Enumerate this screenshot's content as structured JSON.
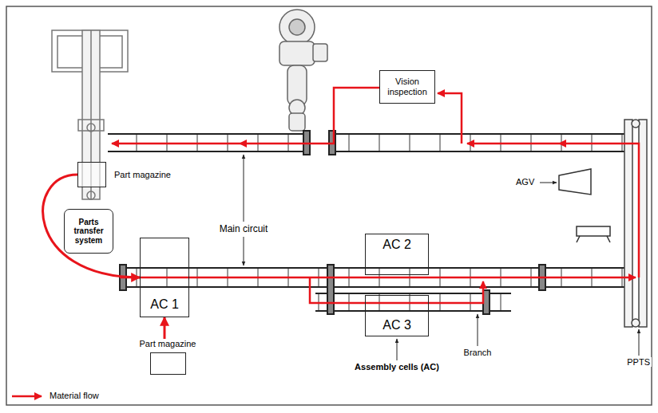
{
  "diagram": {
    "nodes": [
      {
        "text": [
          "Vision inspection"
        ]
      },
      {
        "text": [
          "Part magazine"
        ]
      },
      {
        "text": [
          "Parts transfer system"
        ]
      },
      {
        "text": [
          "AC 1"
        ]
      },
      {
        "text": [
          "AC 2"
        ]
      },
      {
        "text": [
          "AC 3"
        ]
      },
      {
        "text": [
          "Part magazine"
        ]
      }
    ],
    "edges": [
      {
        "from": 1,
        "to": 3,
        "arrow": "to"
      },
      {
        "from": 6,
        "to": 3,
        "arrow": "to"
      }
    ],
    "labels": [
      "Main circuit",
      "AGV",
      "Assembly cells (AC)",
      "Branch",
      "PPTS"
    ],
    "legend": [
      {
        "text": "Material flow"
      }
    ]
  }
}
